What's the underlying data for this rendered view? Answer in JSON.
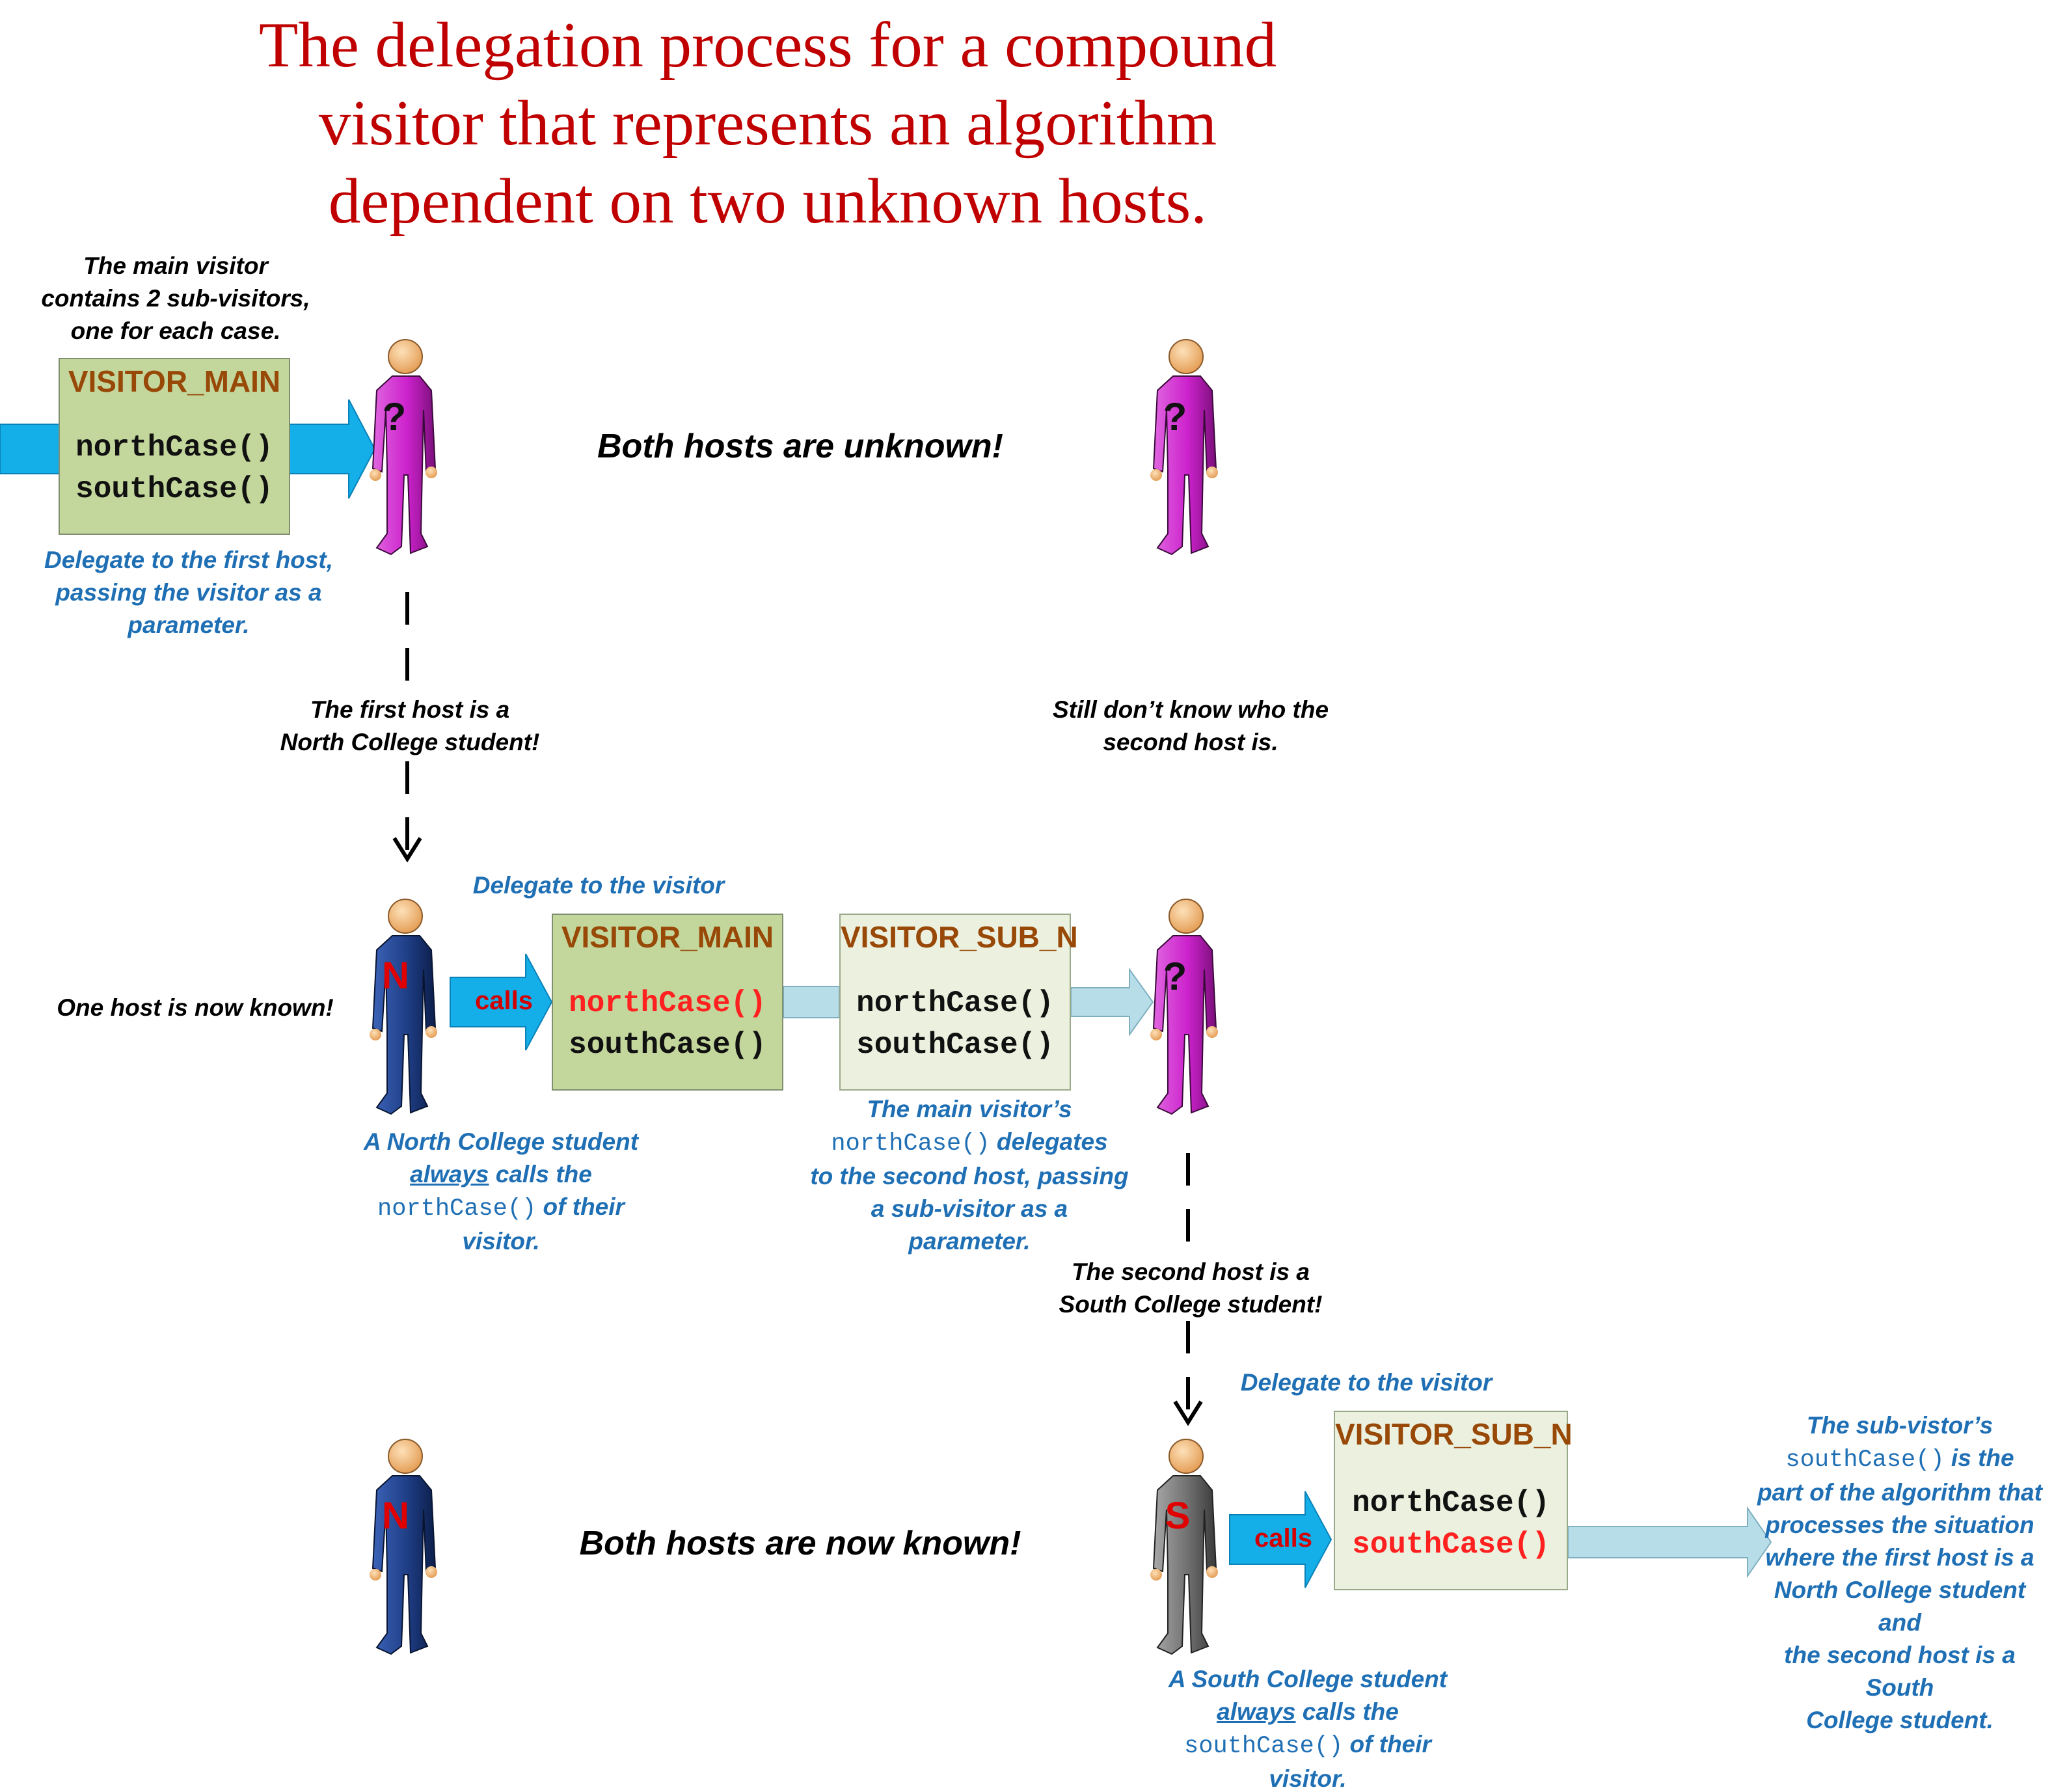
{
  "title_lines": [
    "The delegation process for a compound",
    "visitor that represents an algorithm",
    "dependent on two unknown hosts."
  ],
  "captions": {
    "main_visitor_note": [
      "The main visitor",
      "contains 2 sub-visitors,",
      "one for each case."
    ],
    "delegate_first_host": [
      "Delegate to the first host,",
      "passing the visitor as a",
      "parameter."
    ],
    "both_unknown": "Both hosts are unknown!",
    "first_host_is": [
      "The first host is a",
      "North College student!"
    ],
    "still_dont_know": [
      "Still don’t know who the",
      "second host is."
    ],
    "delegate_to_visitor_1": "Delegate to the visitor",
    "one_host_known": "One host is now known!",
    "north_student_pre": "A North College student",
    "north_always": "always",
    "north_calls_the": " calls the",
    "north_method": "northCase()",
    "north_of_their": " of their",
    "north_visitor": "visitor.",
    "main_visitors": "The main visitor’s",
    "main_method": "northCase()",
    "main_delegates": " delegates",
    "main_rest": [
      "to the second host, passing",
      "a sub-visitor as a",
      "parameter."
    ],
    "second_host_is": [
      "The second host is a",
      "South College student!"
    ],
    "delegate_to_visitor_2": "Delegate to the visitor",
    "both_known": "Both hosts are now known!",
    "south_student_pre": "A South College student",
    "south_always": "always",
    "south_calls_the": " calls the",
    "south_method": "southCase()",
    "south_of_their": "  of their",
    "south_visitor": "visitor.",
    "subvisitor_pre": "The sub-vistor’s",
    "subvisitor_method": "southCase()",
    "subvisitor_is_the": "  is the",
    "subvisitor_rest": [
      "part of the algorithm that",
      "processes the situation",
      "where the first host is a",
      "North College student and",
      "the second host is a South",
      "College student."
    ]
  },
  "boxes": {
    "main_1": {
      "title": "VISITOR_MAIN",
      "methods": [
        "northCase()",
        "southCase()"
      ]
    },
    "main_2": {
      "title": "VISITOR_MAIN",
      "methods": [
        "northCase()",
        "southCase()"
      ]
    },
    "sub_n_1": {
      "title": "VISITOR_SUB_N",
      "methods": [
        "northCase()",
        "southCase()"
      ]
    },
    "sub_n_2": {
      "title": "VISITOR_SUB_N",
      "methods": [
        "northCase()",
        "southCase()"
      ]
    }
  },
  "figures": {
    "unknown_marker": "?",
    "north_marker": "N",
    "south_marker": "S"
  },
  "calls_label": "calls",
  "colors": {
    "title_red": "#c00000",
    "caption_blue": "#1f6fb5",
    "box_title_brown": "#984807",
    "highlight_red": "#ff2020",
    "unknown_magenta": "#cc22cc",
    "north_blue": "#1f3e86",
    "south_gray": "#707070",
    "arrow_cyan": "#14aee8",
    "arrow_pale": "#b7dde8"
  }
}
